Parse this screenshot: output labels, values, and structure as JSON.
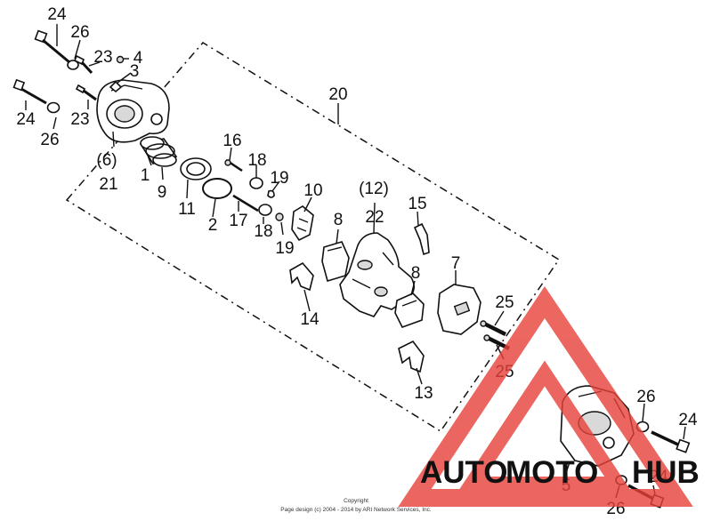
{
  "diagram": {
    "callouts": [
      {
        "id": "c24a",
        "text": "24"
      },
      {
        "id": "c26a",
        "text": "26"
      },
      {
        "id": "c23a",
        "text": "23"
      },
      {
        "id": "c4",
        "text": "4"
      },
      {
        "id": "c3",
        "text": "3"
      },
      {
        "id": "c24b",
        "text": "24"
      },
      {
        "id": "c23b",
        "text": "23"
      },
      {
        "id": "c26b",
        "text": "26"
      },
      {
        "id": "c6",
        "text": "(6)"
      },
      {
        "id": "c21",
        "text": "21"
      },
      {
        "id": "c1",
        "text": "1"
      },
      {
        "id": "c9",
        "text": "9"
      },
      {
        "id": "c11",
        "text": "11"
      },
      {
        "id": "c2",
        "text": "2"
      },
      {
        "id": "c16",
        "text": "16"
      },
      {
        "id": "c18a",
        "text": "18"
      },
      {
        "id": "c19a",
        "text": "19"
      },
      {
        "id": "c17",
        "text": "17"
      },
      {
        "id": "c18b",
        "text": "18"
      },
      {
        "id": "c19b",
        "text": "19"
      },
      {
        "id": "c10",
        "text": "10"
      },
      {
        "id": "c20",
        "text": "20"
      },
      {
        "id": "c12",
        "text": "(12)"
      },
      {
        "id": "c22",
        "text": "22"
      },
      {
        "id": "c15",
        "text": "15"
      },
      {
        "id": "c8a",
        "text": "8"
      },
      {
        "id": "c8b",
        "text": "8"
      },
      {
        "id": "c7",
        "text": "7"
      },
      {
        "id": "c14",
        "text": "14"
      },
      {
        "id": "c25a",
        "text": "25"
      },
      {
        "id": "c25b",
        "text": "25"
      },
      {
        "id": "c13",
        "text": "13"
      },
      {
        "id": "c26c",
        "text": "26"
      },
      {
        "id": "c24c",
        "text": "24"
      },
      {
        "id": "c5",
        "text": "5"
      },
      {
        "id": "c24d",
        "text": "24"
      },
      {
        "id": "c26d",
        "text": "26"
      }
    ],
    "copyright_line1": "Copyright",
    "copyright_line2": "Page design (c) 2004 - 2014 by ARI Network Services, Inc."
  },
  "watermark": {
    "word_part1": "AUTO",
    "word_part2": "MOTO",
    "word_part3": "HUB",
    "colors": {
      "red": "#e8413a",
      "orange": "#f5b431",
      "gray": "#8c8c8c"
    }
  }
}
